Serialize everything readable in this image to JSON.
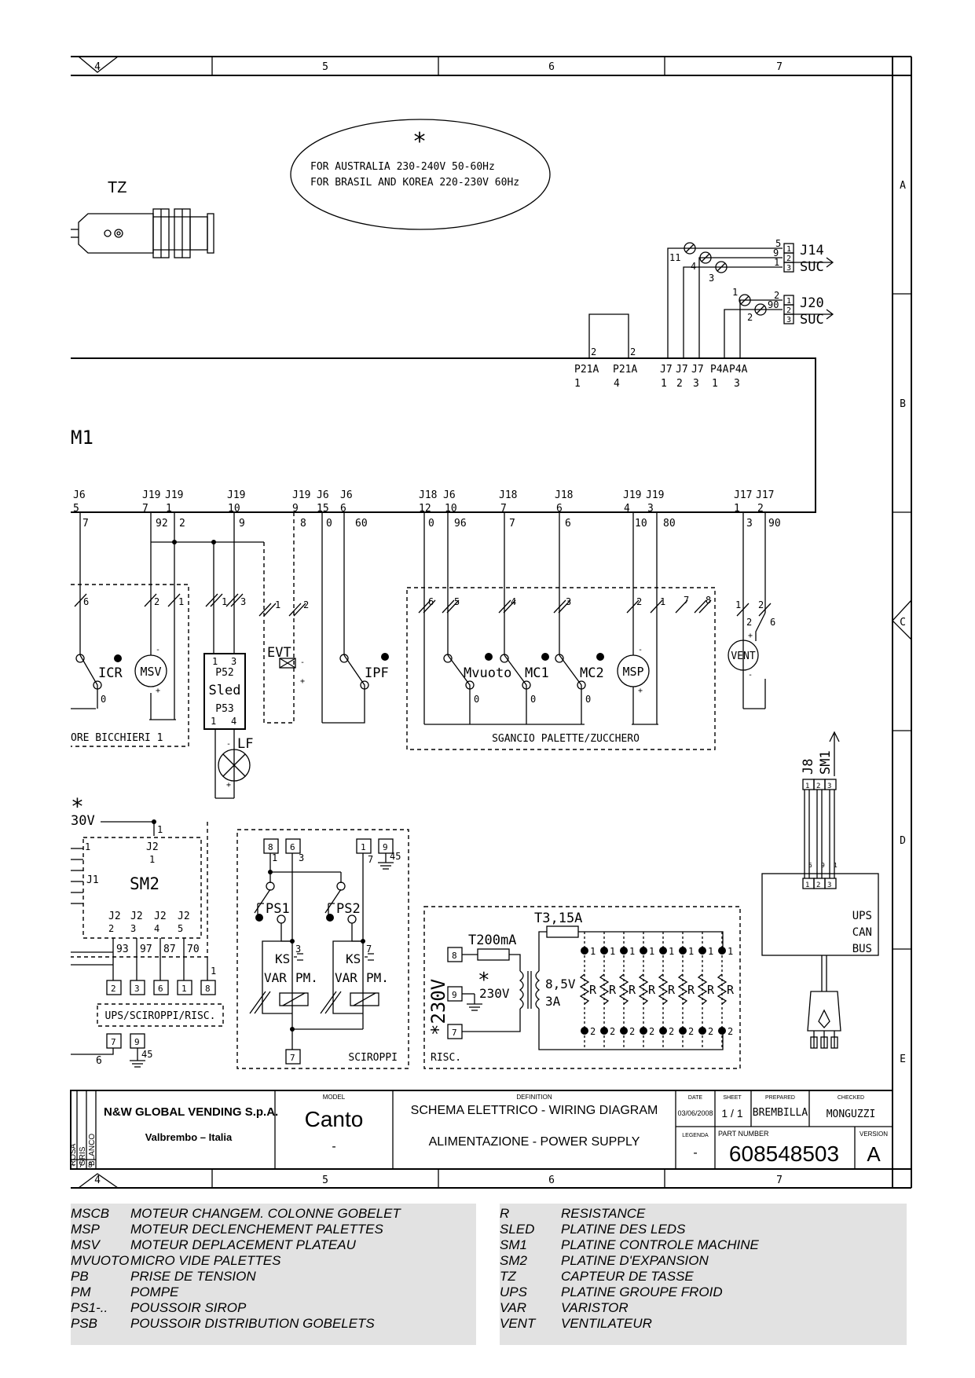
{
  "grid": {
    "columns": [
      "4",
      "5",
      "6",
      "7"
    ],
    "rows": [
      "A",
      "B",
      "C",
      "D",
      "E"
    ]
  },
  "note": {
    "star": "*",
    "line1": "FOR AUSTRALIA 230-240V 50-60Hz",
    "line2": "FOR BRASIL AND KOREA 220-230V 60Hz"
  },
  "components": {
    "tz": "TZ",
    "m1": "M1",
    "icr": "ICR",
    "msv": "MSV",
    "p52": "P52",
    "sled": "Sled",
    "p53": "P53",
    "lf": "LF",
    "evt": "EVT",
    "ipf": "IPF",
    "mvuoto": "Mvuoto",
    "mc1": "MC1",
    "mc2": "MC2",
    "msp": "MSP",
    "vent": "VENT",
    "sm2": "SM2",
    "sm1": "SM1",
    "j8": "J8",
    "ups_lines": [
      "UPS",
      "CAN",
      "BUS"
    ],
    "ps1": "PS1",
    "ps2": "PS2",
    "ks": "KS",
    "var": "VAR",
    "pm": "PM.",
    "t200ma": "T200mA",
    "t315a": "T3,15A",
    "v230": "230V",
    "v230_big": "*230V",
    "v85": "8,5V",
    "a3": "3A",
    "r": "R",
    "v30": "30V",
    "star": "*"
  },
  "connectors": {
    "j14": "J14",
    "j20": "J20",
    "suc": "SUC",
    "top_labels": [
      "P21A",
      "P21A",
      "J7",
      "J7",
      "J7",
      "P4A",
      "P4A"
    ],
    "top_pins": [
      "1",
      "4",
      "1",
      "2",
      "3",
      "1",
      "3"
    ],
    "bottom_labels": [
      "J6",
      "J19",
      "J19",
      "J19",
      "J19",
      "J6",
      "J6",
      "J18",
      "J6",
      "J18",
      "J18",
      "J19",
      "J19",
      "J17",
      "J17"
    ],
    "bottom_pins": [
      "5",
      "7",
      "1",
      "10",
      "9",
      "15",
      "6",
      "12",
      "10",
      "7",
      "6",
      "4",
      "3",
      "1",
      "2"
    ],
    "wire_numbers": [
      "7",
      "92",
      "2",
      "9",
      "8",
      "0",
      "60",
      "0",
      "96",
      "7",
      "6",
      "10",
      "80",
      "3",
      "90"
    ]
  },
  "groups": {
    "bicchieri": "ORE BICCHIERI 1",
    "sgancio": "SGANCIO PALETTE/ZUCCHERO",
    "ups_sciroppi": "UPS/SCIROPPI/RISC.",
    "sciroppi": "SCIROPPI",
    "risc": "RISC."
  },
  "title_block": {
    "company": "N&W GLOBAL VENDING S.p.A.",
    "city": "Valbrembo – Italia",
    "color_codes": [
      "ROSA",
      "GRIS",
      "BLANCO"
    ],
    "model_label": "MODEL",
    "model": "Canto",
    "model_sub": "-",
    "definition_label": "DEFINITION",
    "definition_1": "SCHEMA ELETTRICO - WIRING DIAGRAM",
    "definition_2": "ALIMENTAZIONE - POWER SUPPLY",
    "date_label": "DATE",
    "date": "03/06/2008",
    "sheet_label": "SHEET",
    "sheet": "1 / 1",
    "prepared_label": "PREPARED",
    "prepared": "BREMBILLA",
    "checked_label": "CHECKED",
    "checked": "MONGUZZI",
    "legenda_label": "LEGENDA",
    "legenda": "-",
    "part_label": "PART NUMBER",
    "part_number": "608548503",
    "version_label": "VERSION",
    "version": "A"
  },
  "legend_left": [
    {
      "code": "MSCB",
      "desc": "MOTEUR CHANGEM. COLONNE GOBELET"
    },
    {
      "code": "MSP",
      "desc": "MOTEUR DECLENCHEMENT PALETTES"
    },
    {
      "code": "MSV",
      "desc": "MOTEUR DEPLACEMENT PLATEAU"
    },
    {
      "code": "MVUOTO",
      "desc": "MICRO VIDE PALETTES"
    },
    {
      "code": "PB",
      "desc": "PRISE DE TENSION"
    },
    {
      "code": "PM",
      "desc": "POMPE"
    },
    {
      "code": "PS1-..",
      "desc": "POUSSOIR SIROP"
    },
    {
      "code": "PSB",
      "desc": "POUSSOIR DISTRIBUTION GOBELETS"
    }
  ],
  "legend_right": [
    {
      "code": "R",
      "desc": "RESISTANCE"
    },
    {
      "code": "SLED",
      "desc": "PLATINE DES LEDS"
    },
    {
      "code": "SM1",
      "desc": "PLATINE CONTROLE MACHINE"
    },
    {
      "code": "SM2",
      "desc": "PLATINE D'EXPANSION"
    },
    {
      "code": "TZ",
      "desc": "CAPTEUR DE TASSE"
    },
    {
      "code": "UPS",
      "desc": "PLATINE GROUPE FROID"
    },
    {
      "code": "VAR",
      "desc": "VARISTOR"
    },
    {
      "code": "VENT",
      "desc": "VENTILATEUR"
    }
  ]
}
